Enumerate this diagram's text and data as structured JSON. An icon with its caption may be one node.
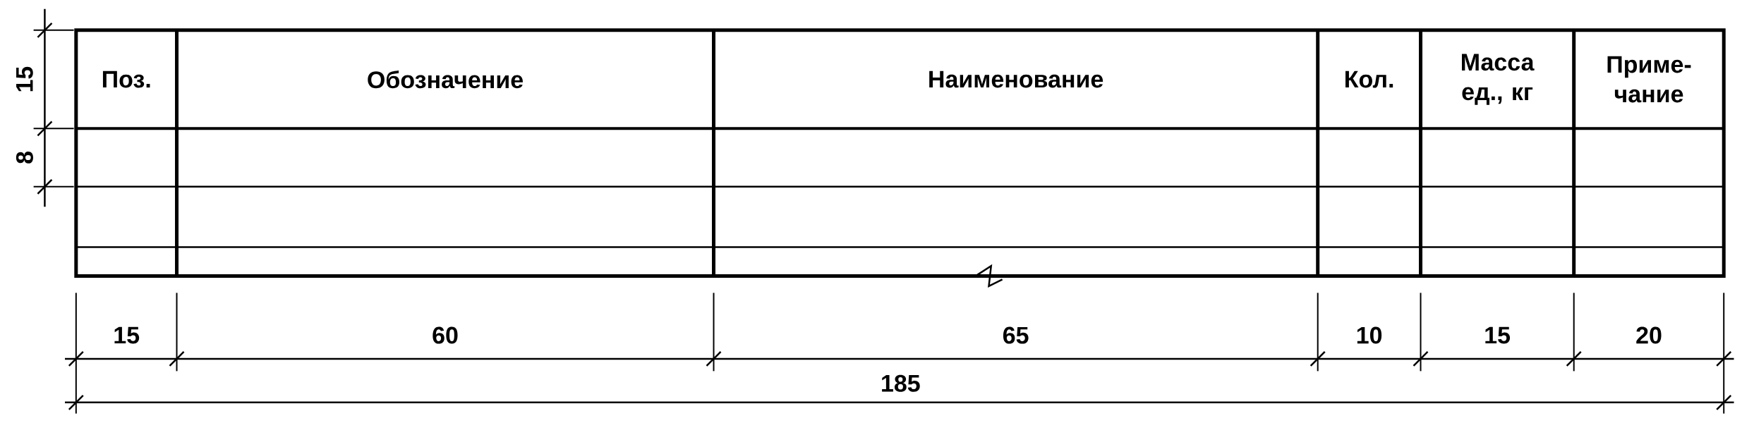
{
  "diagram": {
    "labels": [
      "Поз.",
      "Обозначение",
      "Наименование",
      "Кол.",
      "Масса ед., кг",
      "Приме- чание",
      "15",
      "8",
      "15",
      "60",
      "65",
      "10",
      "15",
      "20",
      "185"
    ]
  }
}
